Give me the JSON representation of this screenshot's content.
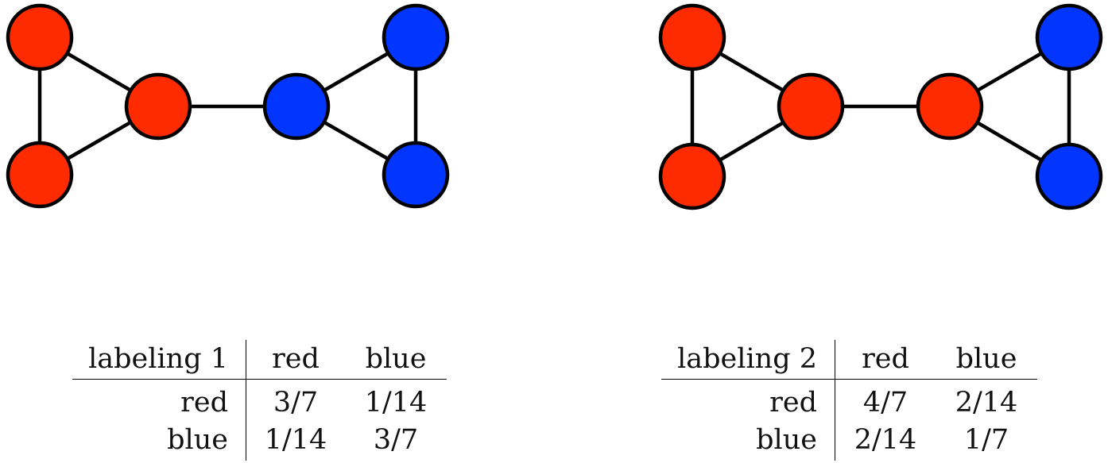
{
  "colors": {
    "red": "#fe2b00",
    "blue": "#0235fe",
    "edge": "#000000"
  },
  "graphs": [
    {
      "node_colors": [
        "red",
        "red",
        "red",
        "blue",
        "blue",
        "blue"
      ]
    },
    {
      "node_colors": [
        "red",
        "red",
        "red",
        "red",
        "blue",
        "blue"
      ]
    }
  ],
  "tables": [
    {
      "header": {
        "corner": "labeling 1",
        "col1": "red",
        "col2": "blue"
      },
      "rows": [
        {
          "label": "red",
          "v1": "3/7",
          "v2": "1/14"
        },
        {
          "label": "blue",
          "v1": "1/14",
          "v2": "3/7"
        }
      ]
    },
    {
      "header": {
        "corner": "labeling 2",
        "col1": "red",
        "col2": "blue"
      },
      "rows": [
        {
          "label": "red",
          "v1": "4/7",
          "v2": "2/14"
        },
        {
          "label": "blue",
          "v1": "2/14",
          "v2": "1/7"
        }
      ]
    }
  ]
}
